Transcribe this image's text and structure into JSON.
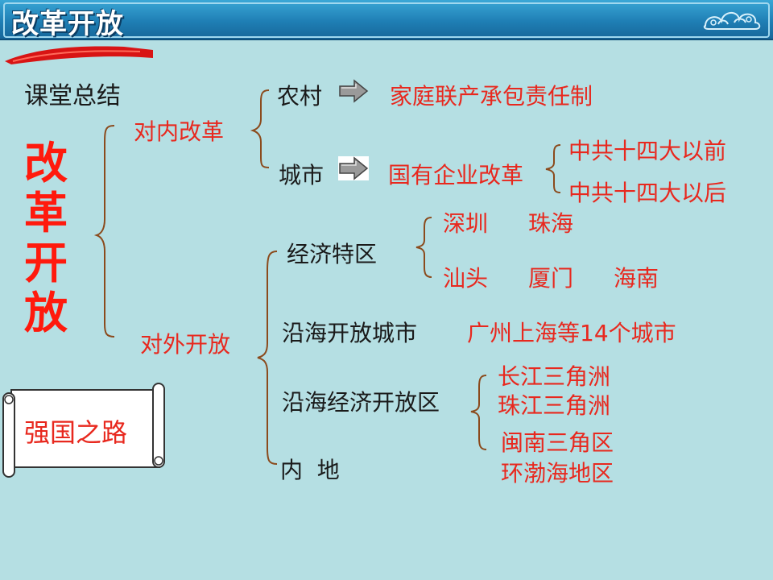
{
  "header": {
    "title": "改革开放"
  },
  "summary_label": "课堂总结",
  "vertical_title": [
    "改",
    "革",
    "开",
    "放"
  ],
  "scroll_label": "强国之路",
  "inner_reform": {
    "label": "对内改革",
    "rural": {
      "label": "农村",
      "policy": "家庭联产承包责任制"
    },
    "urban": {
      "label": "城市",
      "policy": "国有企业改革",
      "phases": [
        "中共十四大以前",
        "中共十四大以后"
      ]
    }
  },
  "opening_up": {
    "label": "对外开放",
    "sez": {
      "label": "经济特区",
      "row1": [
        "深圳",
        "珠海"
      ],
      "row2": [
        "汕头",
        "厦门",
        "海南"
      ]
    },
    "coastal_cities": {
      "label": "沿海开放城市",
      "detail_prefix": "广州上海等",
      "detail_number": "14",
      "detail_suffix": "个城市"
    },
    "coastal_zones": {
      "label": "沿海经济开放区",
      "items": [
        "长江三角洲",
        "珠江三角洲",
        "闽南三角区",
        "环渤海地区"
      ]
    },
    "inland": {
      "label": "内  地"
    }
  },
  "colors": {
    "background": "#b5dfe3",
    "accent_red": "#e8281e",
    "brace": "#8b4a1c",
    "title_bar": "#1f7fb5"
  }
}
